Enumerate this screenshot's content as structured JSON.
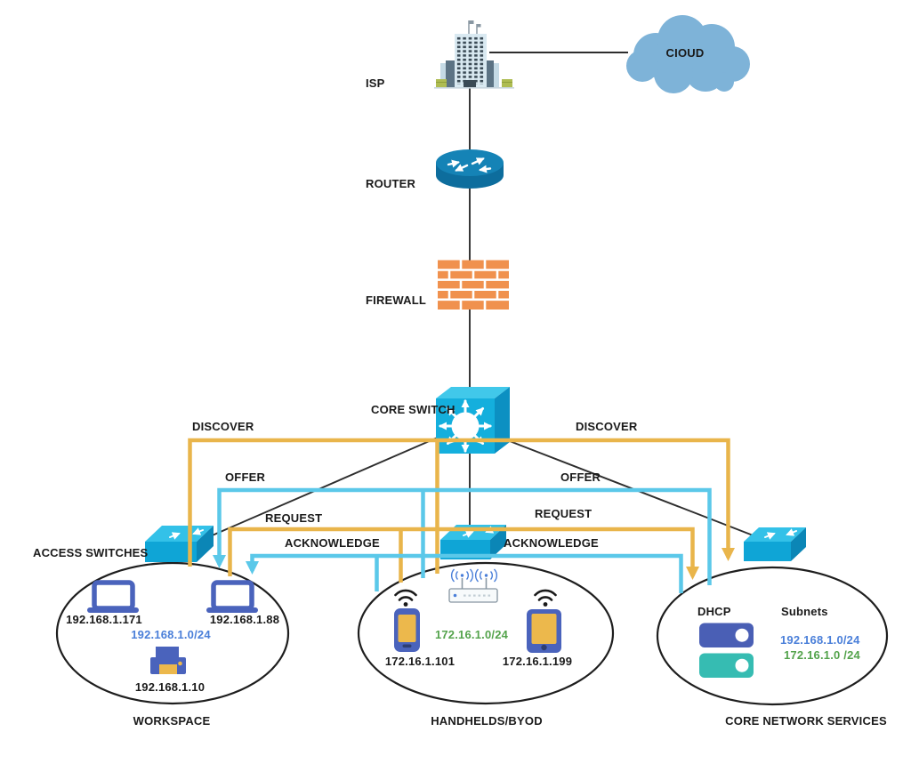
{
  "title_labels": {
    "isp": "ISP",
    "cloud": "CIOUD",
    "router": "ROUTER",
    "firewall": "FIREWALL",
    "core_switch": "CORE SWITCH",
    "access_switches": "ACCESS SWITCHES"
  },
  "dhcp_flow": {
    "left": {
      "discover": "DISCOVER",
      "offer": "OFFER",
      "request": "REQUEST",
      "acknowledge": "ACKNOWLEDGE"
    },
    "right": {
      "discover": "DISCOVER",
      "offer": "OFFER",
      "request": "REQUEST",
      "acknowledge": "ACKNOWLEDGE"
    }
  },
  "workspace": {
    "title": "WORKSPACE",
    "subnet": "192.168.1.0/24",
    "laptop1_ip": "192.168.1.171",
    "laptop2_ip": "192.168.1.88",
    "printer_ip": "192.168.1.10"
  },
  "handhelds": {
    "title": "HANDHELDS/BYOD",
    "subnet": "172.16.1.0/24",
    "phone_ip": "172.16.1.101",
    "tablet_ip": "172.16.1.199"
  },
  "core_services": {
    "title": "CORE NETWORK SERVICES",
    "dhcp_label": "DHCP",
    "subnets_label": "Subnets",
    "subnet_blue": "192.168.1.0/24",
    "subnet_green": "172.16.1.0 /24"
  },
  "colors": {
    "flow_yellow": "#E9B54B",
    "flow_cyan": "#5BC8E9",
    "subnet_text_blue": "#4A7FD9",
    "subnet_text_green": "#54A34C",
    "device_blue": "#4A63BC",
    "device_screen_yellow": "#ECB84C",
    "switch_cyan": "#0FA5D6",
    "core_switch_cyan": "#14AFDD",
    "router_blue": "#0E6E9E",
    "firewall_orange": "#F0914E",
    "cloud_blue": "#7EB3D8",
    "dhcp_server_blue": "#4A5FB5",
    "dhcp_server_teal": "#36BCB2"
  }
}
